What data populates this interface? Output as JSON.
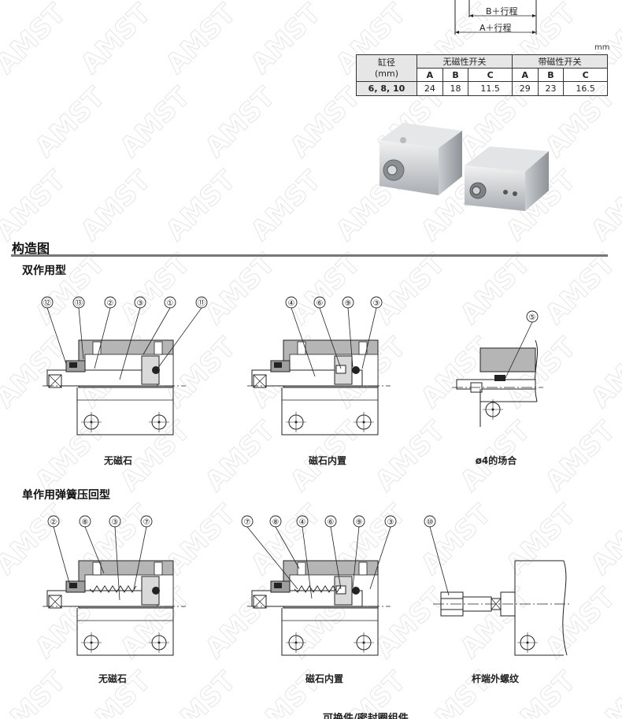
{
  "dimensions": {
    "b_label": "B＋行程",
    "a_label": "A＋行程"
  },
  "spec_table": {
    "unit": "mm",
    "bore_header": "缸径",
    "bore_unit": "(mm)",
    "group_non_magnetic": "无磁性开关",
    "group_magnetic": "带磁性开关",
    "col_labels": [
      "A",
      "B",
      "C",
      "A",
      "B",
      "C"
    ],
    "row": {
      "bore": "6, 8, 10",
      "values": [
        "24",
        "18",
        "11.5",
        "29",
        "23",
        "16.5"
      ]
    }
  },
  "section": {
    "title": "构造图",
    "double_acting": "双作用型",
    "single_acting": "单作用弹簧压回型"
  },
  "drawings": {
    "row1": [
      {
        "caption": "无磁石",
        "callouts": [
          "⑫",
          "⑬",
          "②",
          "③",
          "①",
          "⑪"
        ]
      },
      {
        "caption": "磁石内置",
        "callouts": [
          "④",
          "⑥",
          "⑨",
          "③"
        ]
      },
      {
        "caption": "ø4的场合",
        "callouts": [
          "⑤"
        ]
      }
    ],
    "row2": [
      {
        "caption": "无磁石",
        "callouts": [
          "②",
          "⑧",
          "③",
          "⑦"
        ]
      },
      {
        "caption": "磁石内置",
        "callouts": [
          "⑦",
          "⑧",
          "④",
          "⑥",
          "⑨",
          "③"
        ]
      },
      {
        "caption": "杆端外螺纹",
        "callouts": [
          "⑩"
        ]
      }
    ]
  },
  "footer_partial": "可换件/密封圈组件",
  "watermark": "AMST"
}
